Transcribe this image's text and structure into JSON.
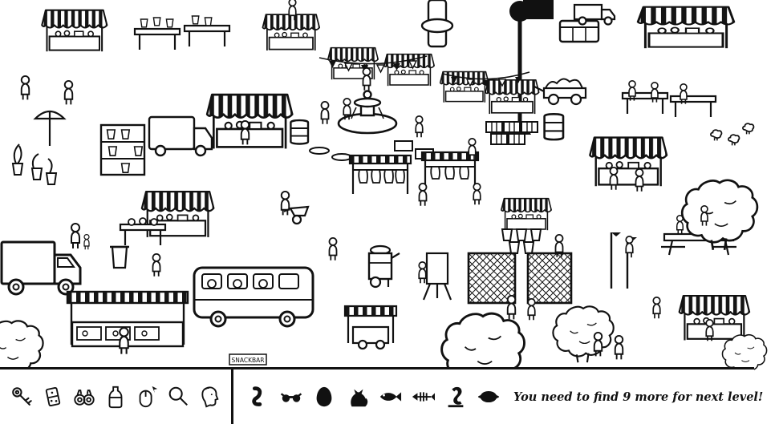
{
  "scene": {
    "sign_text": "SNACKBAR"
  },
  "bottom_bar": {
    "found_items": [
      "key",
      "domino",
      "binoculars",
      "bottle",
      "computer-mouse",
      "magnifying-glass",
      "head"
    ],
    "target_items": [
      "worm",
      "glasses",
      "egg",
      "cat",
      "fish",
      "fish-skeleton",
      "snake",
      "lemon"
    ],
    "status_text": "You need to find 9 more for next level!",
    "remaining_count": 9,
    "colors": {
      "ink": "#111111",
      "background": "#ffffff"
    }
  }
}
